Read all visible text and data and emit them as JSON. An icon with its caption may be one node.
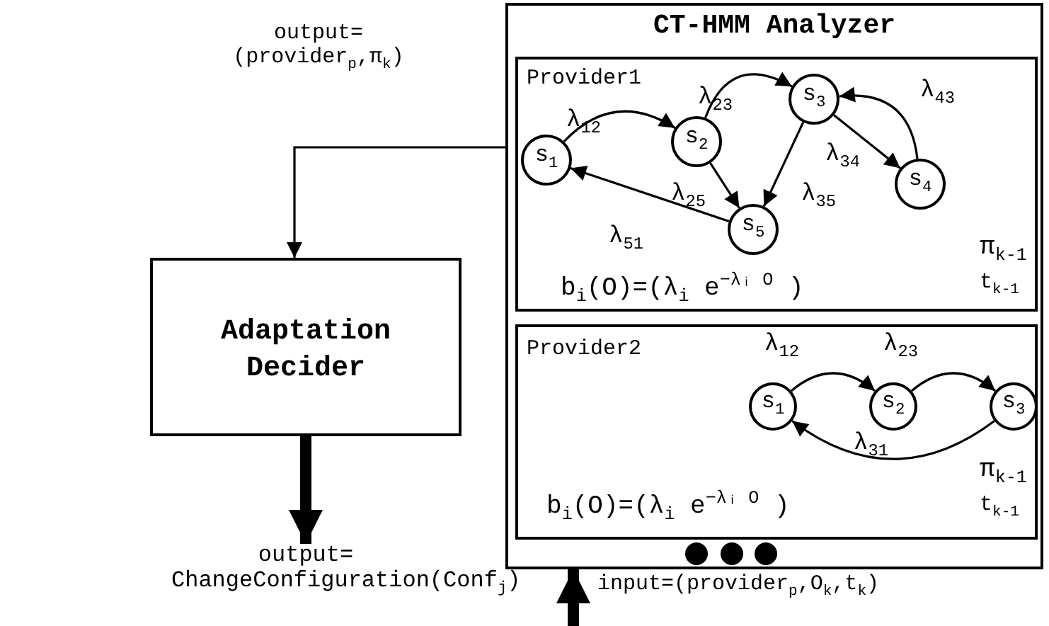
{
  "diagram": {
    "nodes": [
      {
        "text": [
          "CT-HMM Analyzer"
        ]
      },
      {
        "text": [
          "Provider1",
          "b$_{i}$(O)=(λ$_{i}$ e$^{−λᵢ O}$ )",
          "π$_{k-1}$",
          "t$_{k-1}$"
        ],
        "in": 0
      },
      {
        "text": [
          "s$_{1}$"
        ],
        "in": 1
      },
      {
        "text": [
          "s$_{2}$"
        ],
        "in": 1
      },
      {
        "text": [
          "s$_{3}$"
        ],
        "in": 1
      },
      {
        "text": [
          "s$_{4}$"
        ],
        "in": 1
      },
      {
        "text": [
          "s$_{5}$"
        ],
        "in": 1
      },
      {
        "text": [
          "Provider2",
          "b$_{i}$(O)=(λ$_{i}$ e$^{−λᵢ O}$ )",
          "π$_{k-1}$",
          "t$_{k-1}$"
        ],
        "in": 0
      },
      {
        "text": [
          "s$_{1}$"
        ],
        "in": 7
      },
      {
        "text": [
          "s$_{2}$"
        ],
        "in": 7
      },
      {
        "text": [
          "s$_{3}$"
        ],
        "in": 7
      },
      {
        "text": [
          "Adaptation Decider"
        ]
      },
      {
        "text": [
          "output= ChangeConfiguration(Conf$_{j}$)"
        ]
      }
    ],
    "edges": [
      {
        "from": 0,
        "to": 11,
        "arrow": "to",
        "label": "output= (provider$_{p}$,π$_{k}$)"
      },
      {
        "from": 11,
        "to": 12,
        "arrow": "to",
        "style": "thick"
      },
      {
        "from": null,
        "to": 0,
        "arrow": "to",
        "style": "thick",
        "label": "input=(provider$_{p}$,O$_{k}$,t$_{k}$)"
      },
      {
        "from": 2,
        "to": 3,
        "arrow": "to",
        "label": "λ$_{12}$"
      },
      {
        "from": 3,
        "to": 4,
        "arrow": "to",
        "label": "λ$_{23}$"
      },
      {
        "from": 5,
        "to": 4,
        "arrow": "to",
        "label": "λ$_{43}$"
      },
      {
        "from": 4,
        "to": 5,
        "arrow": "to",
        "label": "λ$_{34}$"
      },
      {
        "from": 3,
        "to": 6,
        "arrow": "to",
        "label": "λ$_{25}$"
      },
      {
        "from": 4,
        "to": 6,
        "arrow": "to",
        "label": "λ$_{35}$"
      },
      {
        "from": 6,
        "to": 2,
        "arrow": "to",
        "label": "λ$_{51}$"
      },
      {
        "from": 8,
        "to": 9,
        "arrow": "to",
        "label": "λ$_{12}$"
      },
      {
        "from": 9,
        "to": 10,
        "arrow": "to",
        "label": "λ$_{23}$"
      },
      {
        "from": 10,
        "to": 8,
        "arrow": "to",
        "label": "λ$_{31}$"
      }
    ]
  }
}
